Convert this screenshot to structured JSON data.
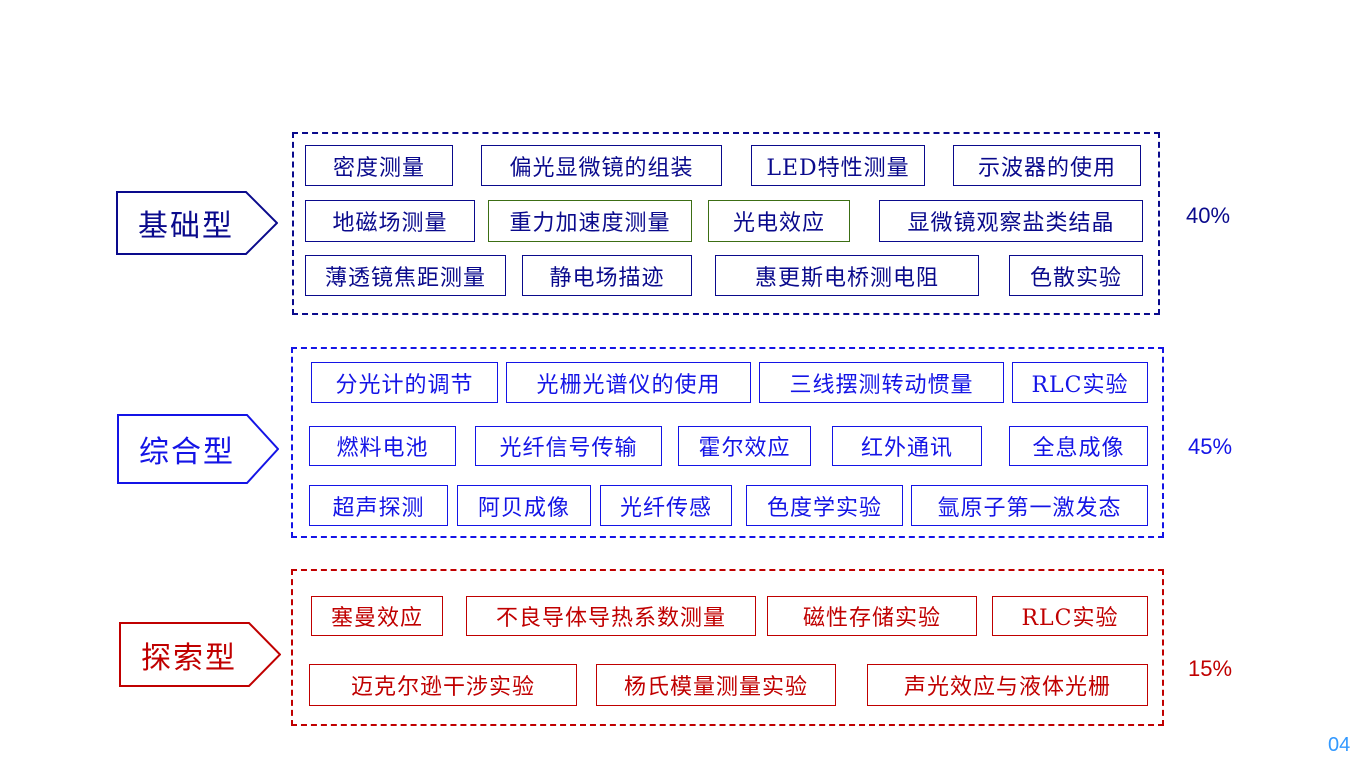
{
  "groups": [
    {
      "title": "基础型",
      "percent": "40%",
      "color": "#0a0a8c",
      "items": [
        {
          "label": "密度测量"
        },
        {
          "label": "偏光显微镜的组装"
        },
        {
          "label": "LED特性测量"
        },
        {
          "label": "示波器的使用"
        },
        {
          "label": "地磁场测量"
        },
        {
          "label": "重力加速度测量",
          "color": "#3c6e14"
        },
        {
          "label": "光电效应",
          "color": "#3c6e14"
        },
        {
          "label": "显微镜观察盐类结晶"
        },
        {
          "label": "薄透镜焦距测量"
        },
        {
          "label": "静电场描迹"
        },
        {
          "label": "惠更斯电桥测电阻"
        },
        {
          "label": "色散实验"
        }
      ]
    },
    {
      "title": "综合型",
      "percent": "45%",
      "color": "#1414e6",
      "items": [
        {
          "label": "分光计的调节"
        },
        {
          "label": "光栅光谱仪的使用"
        },
        {
          "label": "三线摆测转动惯量"
        },
        {
          "label": "RLC实验"
        },
        {
          "label": "燃料电池"
        },
        {
          "label": "光纤信号传输"
        },
        {
          "label": "霍尔效应"
        },
        {
          "label": "红外通讯"
        },
        {
          "label": "全息成像"
        },
        {
          "label": "超声探测"
        },
        {
          "label": "阿贝成像"
        },
        {
          "label": "光纤传感"
        },
        {
          "label": "色度学实验"
        },
        {
          "label": "氩原子第一激发态"
        }
      ]
    },
    {
      "title": "探索型",
      "percent": "15%",
      "color": "#c00000",
      "items": [
        {
          "label": "塞曼效应"
        },
        {
          "label": "不良导体导热系数测量"
        },
        {
          "label": "磁性存储实验"
        },
        {
          "label": "RLC实验"
        },
        {
          "label": "迈克尔逊干涉实验"
        },
        {
          "label": "杨氏模量测量实验"
        },
        {
          "label": "声光效应与液体光栅"
        }
      ]
    }
  ],
  "page_number": "04"
}
